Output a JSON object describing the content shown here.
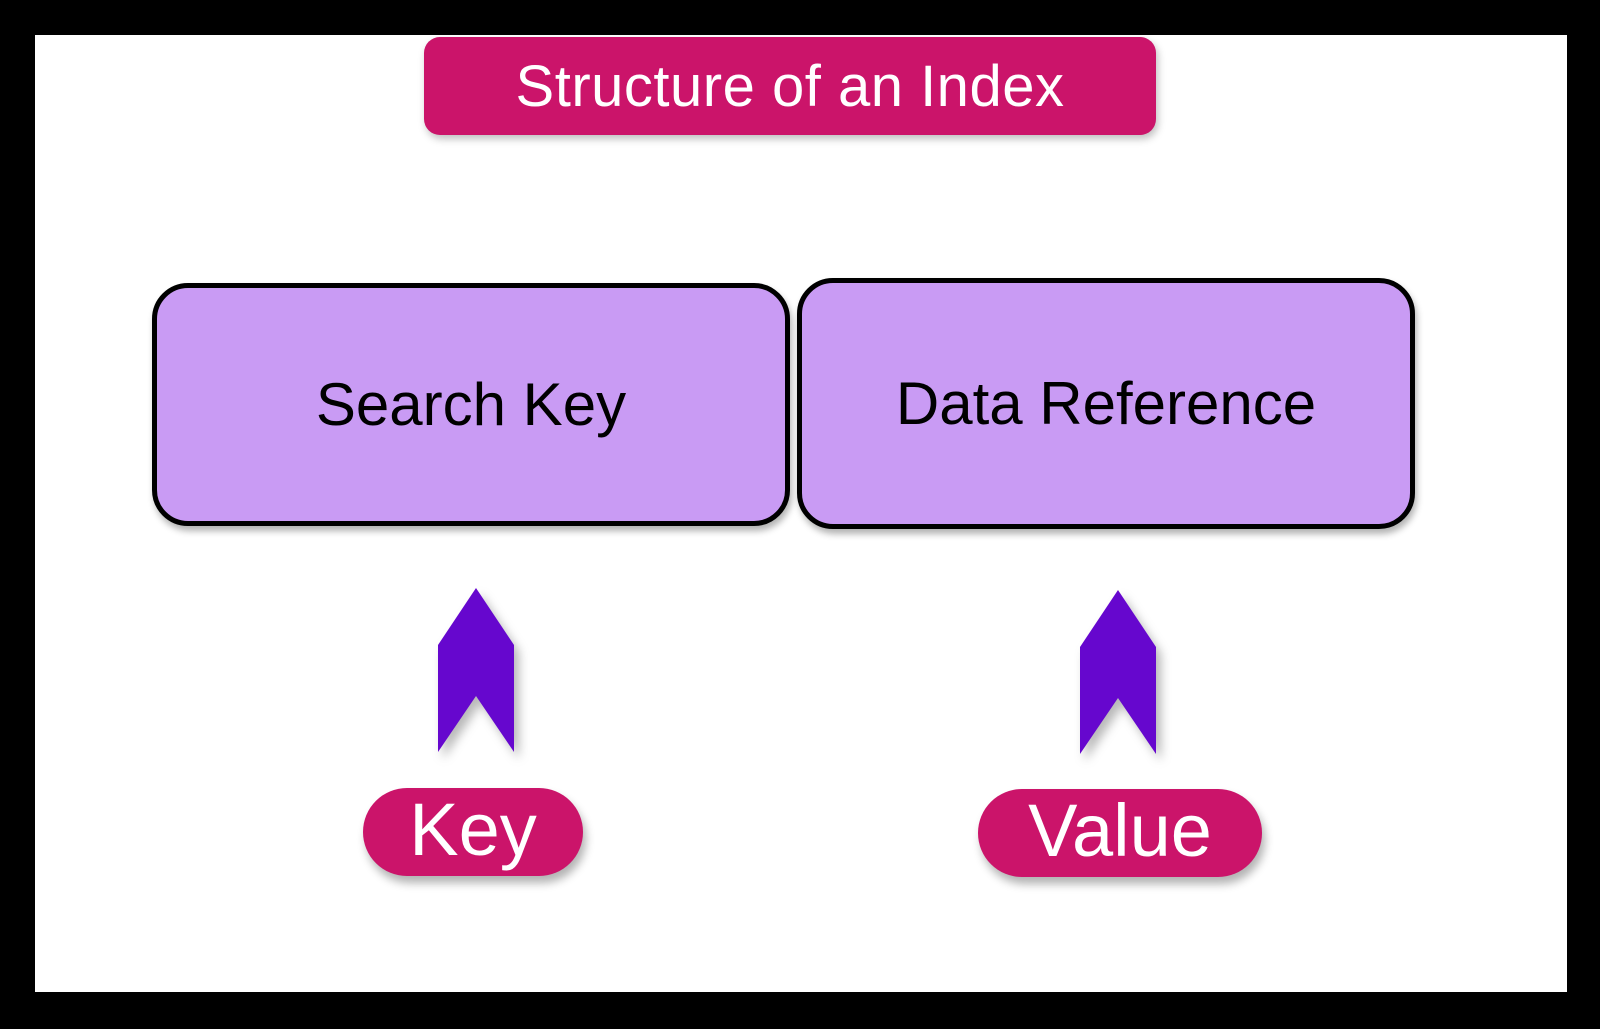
{
  "title": "Structure of an Index",
  "diagram": {
    "columns": [
      {
        "box_label": "Search Key",
        "tag_label": "Key"
      },
      {
        "box_label": "Data Reference",
        "tag_label": "Value"
      }
    ],
    "arrow_icon": "up-arrow-notched"
  },
  "colors": {
    "accent_pink": "#CB146A",
    "box_purple": "#C99BF4",
    "arrow_violet": "#6607CE",
    "frame_black": "#000000",
    "canvas_white": "#FFFFFF"
  }
}
